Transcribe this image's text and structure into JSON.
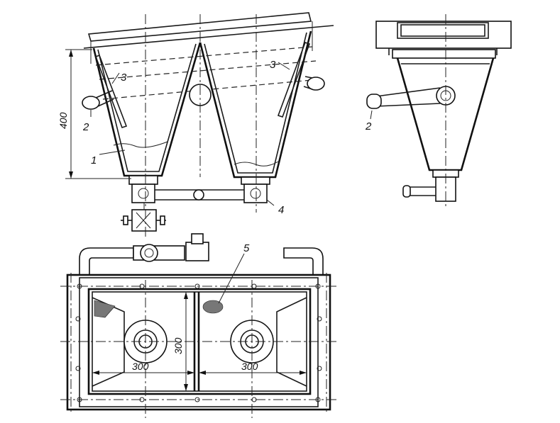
{
  "labels": {
    "part1": "1",
    "part2_front": "2",
    "part2_side": "2",
    "part3_left": "3",
    "part3_right": "3",
    "part4": "4",
    "part5": "5"
  },
  "dimensions": {
    "height": "400",
    "plan_width_left": "300",
    "plan_width_right": "300",
    "plan_depth": "300"
  }
}
